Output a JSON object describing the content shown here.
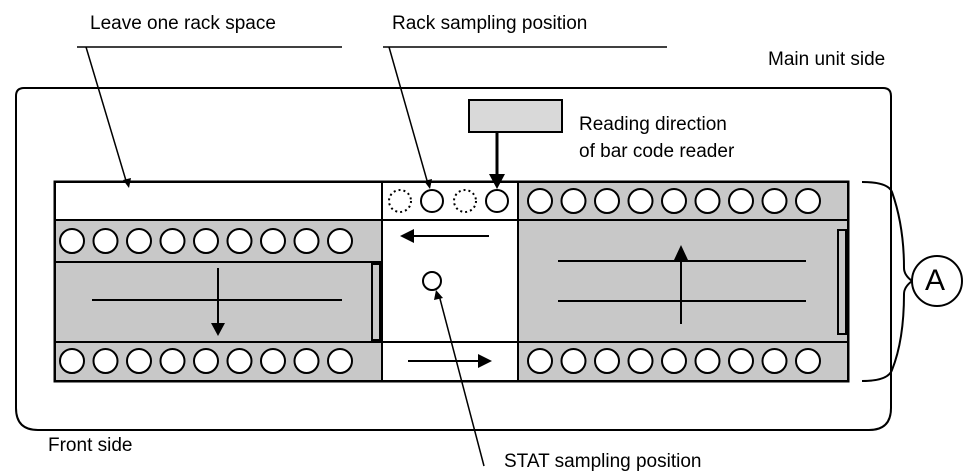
{
  "labels": {
    "leave_space": "Leave one rack space",
    "rack_sampling": "Rack sampling position",
    "main_unit_side": "Main unit side",
    "reading_direction": "Reading direction",
    "bar_code_reader": "of bar code reader",
    "front_side": "Front side",
    "stat_sampling": "STAT sampling position",
    "marker_a": "A"
  },
  "rack_counts": {
    "left_top_row": 9,
    "left_bottom_row": 9,
    "right_top_row": 9,
    "right_bottom_row": 9,
    "sampling_positions": 4
  },
  "colors": {
    "line": "#000000",
    "rack_fill": "#c8c8c8",
    "reader_fill": "#d9d9d9",
    "background": "#ffffff"
  }
}
